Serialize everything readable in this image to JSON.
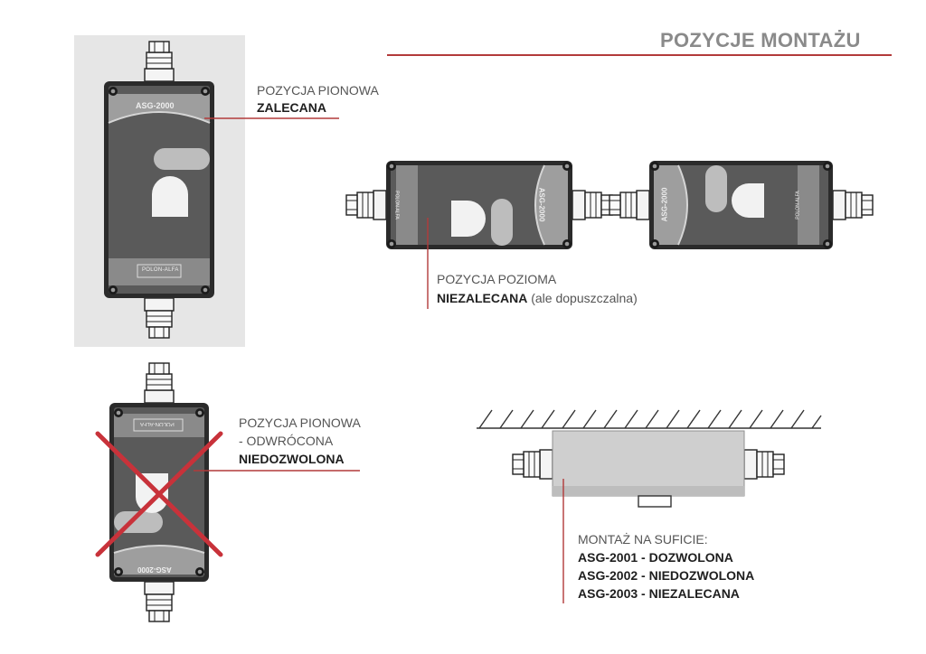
{
  "header": {
    "title": "POZYCJE MONTAŻU"
  },
  "device": {
    "model": "ASG-2000",
    "brand": "POLON-ALFA"
  },
  "labels": {
    "vertical": {
      "line1": "POZYCJA PIONOWA",
      "line2": "ZALECANA"
    },
    "horizontal": {
      "line1": "POZYCJA POZIOMA",
      "line2_bold": "NIEZALECANA",
      "line2_rest": " (ale dopuszczalna)"
    },
    "inverted": {
      "line1": "POZYCJA PIONOWA",
      "line2": "- ODWRÓCONA",
      "line3": "NIEDOZWOLONA"
    },
    "ceiling": {
      "line1": "MONTAŻ NA SUFICIE:",
      "line2": "ASG-2001 - DOZWOLONA",
      "line3": "ASG-2002 - NIEDOZWOLONA",
      "line4": "ASG-2003 - NIEZALECANA"
    }
  },
  "colors": {
    "accent": "#b23a3a",
    "device_body": "#5a5a5a",
    "device_frame": "#2b2b2b",
    "device_light": "#bdbdbd",
    "cross": "#c8323a"
  }
}
